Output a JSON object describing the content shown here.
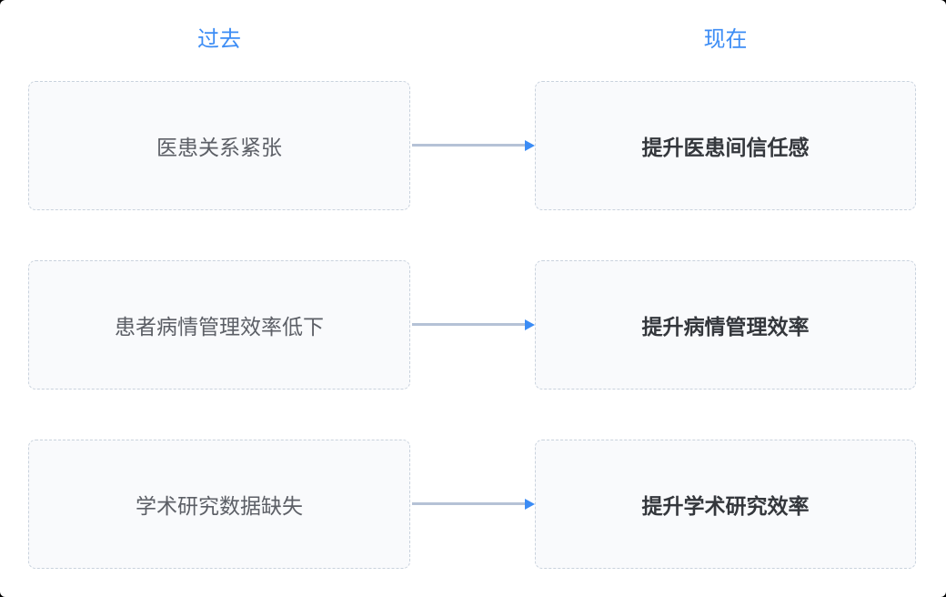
{
  "columns": {
    "past": {
      "label": "过去"
    },
    "present": {
      "label": "现在"
    }
  },
  "rows": [
    {
      "past": "医患关系紧张",
      "present": "提升医患间信任感"
    },
    {
      "past": "患者病情管理效率低下",
      "present": "提升病情管理效率"
    },
    {
      "past": "学术研究数据缺失",
      "present": "提升学术研究效率"
    }
  ],
  "colors": {
    "header_blue": "#3d8df5",
    "arrow_line": "#b5c2d6",
    "arrow_head": "#3b8cf5",
    "box_border": "#c9d2dd",
    "box_background": "#f9fafc",
    "past_text": "#5c5f66",
    "present_text": "#34373c",
    "canvas_background": "#ffffff"
  }
}
